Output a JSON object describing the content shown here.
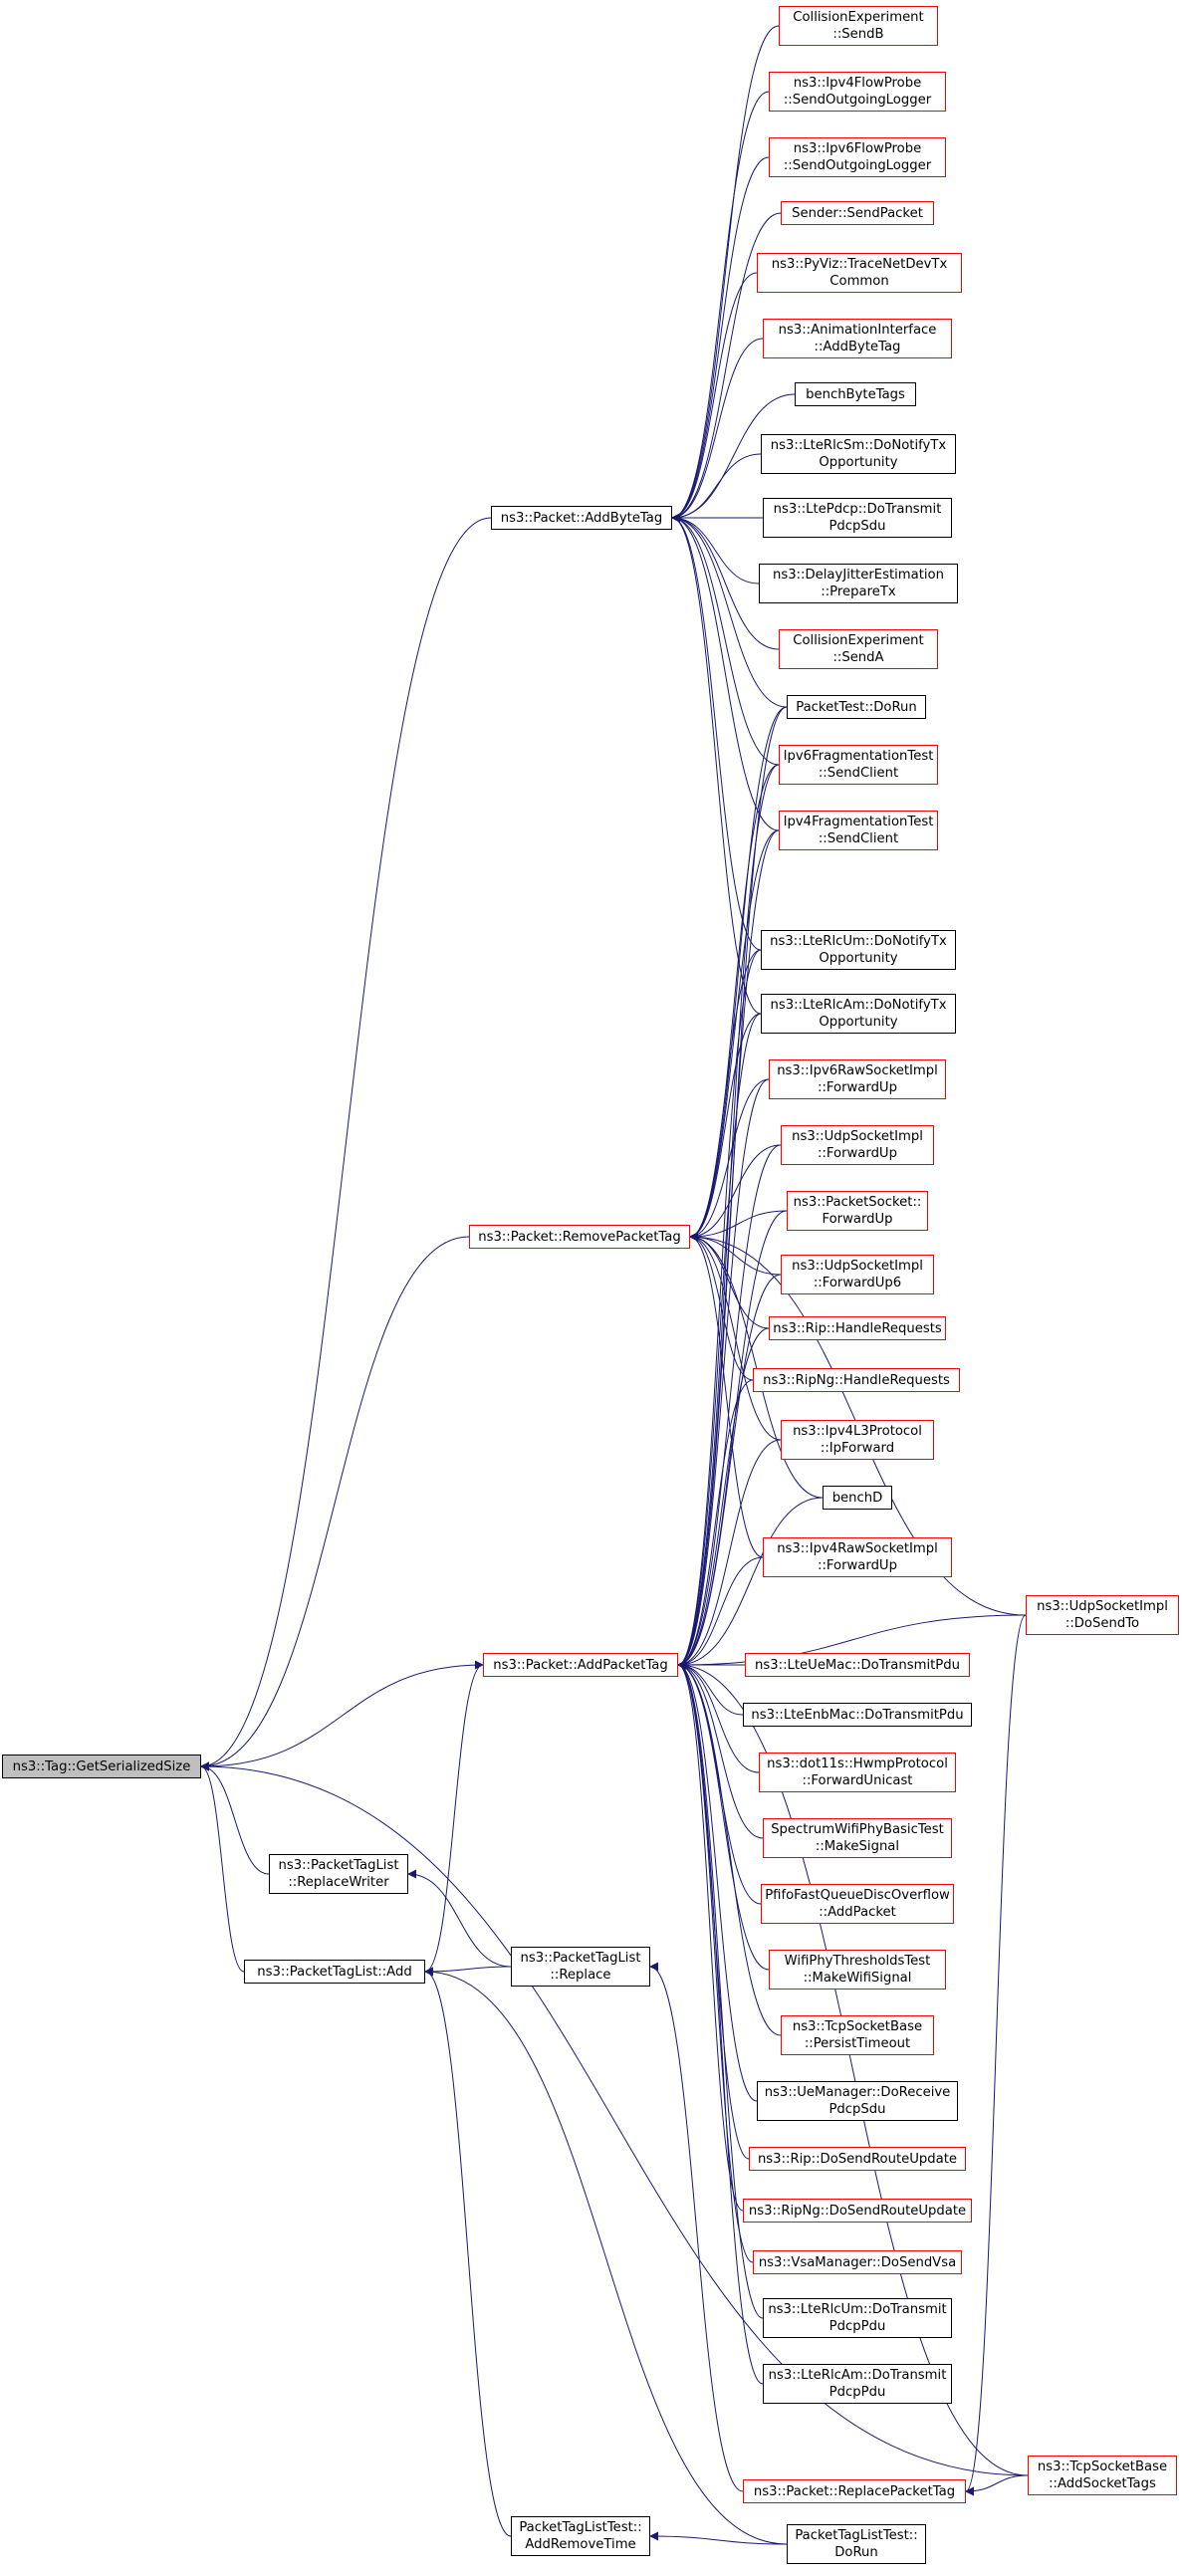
{
  "colors": {
    "edge": "#191970",
    "node_border": "#000000",
    "linked_border": "#ff0000",
    "root_fill": "#bfbfbf"
  },
  "nodes": [
    {
      "id": "root",
      "lines": [
        "ns3::Tag::GetSerializedSize"
      ],
      "style": "root"
    },
    {
      "id": "addbytetag",
      "lines": [
        "ns3::Packet::AddByteTag"
      ],
      "style": "black"
    },
    {
      "id": "removepackettag",
      "lines": [
        "ns3::Packet::RemovePacketTag"
      ],
      "style": "red"
    },
    {
      "id": "addpackettag",
      "lines": [
        "ns3::Packet::AddPacketTag"
      ],
      "style": "red"
    },
    {
      "id": "ptl_replacewriter",
      "lines": [
        "ns3::PacketTagList",
        "::ReplaceWriter"
      ],
      "style": "black"
    },
    {
      "id": "ptl_add",
      "lines": [
        "ns3::PacketTagList::Add"
      ],
      "style": "black"
    },
    {
      "id": "ptl_replace",
      "lines": [
        "ns3::PacketTagList",
        "::Replace"
      ],
      "style": "black"
    },
    {
      "id": "ptlt_addremovetime",
      "lines": [
        "PacketTagListTest::",
        "AddRemoveTime"
      ],
      "style": "black"
    },
    {
      "id": "ptlt_dorun",
      "lines": [
        "PacketTagListTest::",
        "DoRun"
      ],
      "style": "black"
    },
    {
      "id": "coll_sendb",
      "lines": [
        "CollisionExperiment",
        "::SendB"
      ],
      "style": "red"
    },
    {
      "id": "ipv4flow",
      "lines": [
        "ns3::Ipv4FlowProbe",
        "::SendOutgoingLogger"
      ],
      "style": "red"
    },
    {
      "id": "ipv6flow",
      "lines": [
        "ns3::Ipv6FlowProbe",
        "::SendOutgoingLogger"
      ],
      "style": "red"
    },
    {
      "id": "sender",
      "lines": [
        "Sender::SendPacket"
      ],
      "style": "red"
    },
    {
      "id": "pyviz",
      "lines": [
        "ns3::PyViz::TraceNetDevTx",
        "Common"
      ],
      "style": "red"
    },
    {
      "id": "anim",
      "lines": [
        "ns3::AnimationInterface",
        "::AddByteTag"
      ],
      "style": "red"
    },
    {
      "id": "benchbyte",
      "lines": [
        "benchByteTags"
      ],
      "style": "black"
    },
    {
      "id": "ltesm",
      "lines": [
        "ns3::LteRlcSm::DoNotifyTx",
        "Opportunity"
      ],
      "style": "black"
    },
    {
      "id": "ltepdcp",
      "lines": [
        "ns3::LtePdcp::DoTransmit",
        "PdcpSdu"
      ],
      "style": "black"
    },
    {
      "id": "delayjitter",
      "lines": [
        "ns3::DelayJitterEstimation",
        "::PrepareTx"
      ],
      "style": "black"
    },
    {
      "id": "coll_senda",
      "lines": [
        "CollisionExperiment",
        "::SendA"
      ],
      "style": "red"
    },
    {
      "id": "packettest",
      "lines": [
        "PacketTest::DoRun"
      ],
      "style": "black"
    },
    {
      "id": "ipv6frag",
      "lines": [
        "Ipv6FragmentationTest",
        "::SendClient"
      ],
      "style": "red"
    },
    {
      "id": "ipv4frag",
      "lines": [
        "Ipv4FragmentationTest",
        "::SendClient"
      ],
      "style": "red"
    },
    {
      "id": "lteum_notify",
      "lines": [
        "ns3::LteRlcUm::DoNotifyTx",
        "Opportunity"
      ],
      "style": "black"
    },
    {
      "id": "lteam_notify",
      "lines": [
        "ns3::LteRlcAm::DoNotifyTx",
        "Opportunity"
      ],
      "style": "black"
    },
    {
      "id": "ipv6raw",
      "lines": [
        "ns3::Ipv6RawSocketImpl",
        "::ForwardUp"
      ],
      "style": "red"
    },
    {
      "id": "udp_fwd",
      "lines": [
        "ns3::UdpSocketImpl",
        "::ForwardUp"
      ],
      "style": "red"
    },
    {
      "id": "pktsock",
      "lines": [
        "ns3::PacketSocket::",
        "ForwardUp"
      ],
      "style": "red"
    },
    {
      "id": "udp_fwd6",
      "lines": [
        "ns3::UdpSocketImpl",
        "::ForwardUp6"
      ],
      "style": "red"
    },
    {
      "id": "rip_handle",
      "lines": [
        "ns3::Rip::HandleRequests"
      ],
      "style": "red"
    },
    {
      "id": "ripng_handle",
      "lines": [
        "ns3::RipNg::HandleRequests"
      ],
      "style": "red"
    },
    {
      "id": "ipv4l3",
      "lines": [
        "ns3::Ipv4L3Protocol",
        "::IpForward"
      ],
      "style": "red"
    },
    {
      "id": "benchd",
      "lines": [
        "benchD"
      ],
      "style": "black"
    },
    {
      "id": "ipv4raw",
      "lines": [
        "ns3::Ipv4RawSocketImpl",
        "::ForwardUp"
      ],
      "style": "red"
    },
    {
      "id": "udp_sendto",
      "lines": [
        "ns3::UdpSocketImpl",
        "::DoSendTo"
      ],
      "style": "red"
    },
    {
      "id": "lteuemac",
      "lines": [
        "ns3::LteUeMac::DoTransmitPdu"
      ],
      "style": "red"
    },
    {
      "id": "lteenbmac",
      "lines": [
        "ns3::LteEnbMac::DoTransmitPdu"
      ],
      "style": "black"
    },
    {
      "id": "hwmp",
      "lines": [
        "ns3::dot11s::HwmpProtocol",
        "::ForwardUnicast"
      ],
      "style": "red"
    },
    {
      "id": "spectrum",
      "lines": [
        "SpectrumWifiPhyBasicTest",
        "::MakeSignal"
      ],
      "style": "red"
    },
    {
      "id": "pfifo",
      "lines": [
        "PfifoFastQueueDiscOverflow",
        "::AddPacket"
      ],
      "style": "red"
    },
    {
      "id": "wifithresh",
      "lines": [
        "WifiPhyThresholdsTest",
        "::MakeWifiSignal"
      ],
      "style": "red"
    },
    {
      "id": "tcp_persist",
      "lines": [
        "ns3::TcpSocketBase",
        "::PersistTimeout"
      ],
      "style": "red"
    },
    {
      "id": "uemanager",
      "lines": [
        "ns3::UeManager::DoReceive",
        "PdcpSdu"
      ],
      "style": "black"
    },
    {
      "id": "rip_sendroute",
      "lines": [
        "ns3::Rip::DoSendRouteUpdate"
      ],
      "style": "red"
    },
    {
      "id": "ripng_sendroute",
      "lines": [
        "ns3::RipNg::DoSendRouteUpdate"
      ],
      "style": "red"
    },
    {
      "id": "vsa",
      "lines": [
        "ns3::VsaManager::DoSendVsa"
      ],
      "style": "red"
    },
    {
      "id": "lteum_transmit",
      "lines": [
        "ns3::LteRlcUm::DoTransmit",
        "PdcpPdu"
      ],
      "style": "black"
    },
    {
      "id": "lteam_transmit",
      "lines": [
        "ns3::LteRlcAm::DoTransmit",
        "PdcpPdu"
      ],
      "style": "black"
    },
    {
      "id": "replacepackettag",
      "lines": [
        "ns3::Packet::ReplacePacketTag"
      ],
      "style": "red"
    },
    {
      "id": "tcp_addsocket",
      "lines": [
        "ns3::TcpSocketBase",
        "::AddSocketTags"
      ],
      "style": "red"
    }
  ],
  "edges": [
    [
      "addbytetag",
      "root"
    ],
    [
      "removepackettag",
      "root"
    ],
    [
      "addpackettag",
      "root"
    ],
    [
      "ptl_replacewriter",
      "root"
    ],
    [
      "ptl_add",
      "root"
    ],
    [
      "tcp_addsocket",
      "root"
    ],
    [
      "coll_sendb",
      "addbytetag"
    ],
    [
      "ipv4flow",
      "addbytetag"
    ],
    [
      "ipv6flow",
      "addbytetag"
    ],
    [
      "sender",
      "addbytetag"
    ],
    [
      "pyviz",
      "addbytetag"
    ],
    [
      "anim",
      "addbytetag"
    ],
    [
      "benchbyte",
      "addbytetag"
    ],
    [
      "ltesm",
      "addbytetag"
    ],
    [
      "ltepdcp",
      "addbytetag"
    ],
    [
      "delayjitter",
      "addbytetag"
    ],
    [
      "coll_senda",
      "addbytetag"
    ],
    [
      "packettest",
      "addbytetag"
    ],
    [
      "ipv6frag",
      "addbytetag"
    ],
    [
      "ipv4frag",
      "addbytetag"
    ],
    [
      "lteum_notify",
      "addbytetag"
    ],
    [
      "lteam_notify",
      "addbytetag"
    ],
    [
      "packettest",
      "removepackettag"
    ],
    [
      "ipv6frag",
      "removepackettag"
    ],
    [
      "ipv4frag",
      "removepackettag"
    ],
    [
      "udp_sendto",
      "removepackettag"
    ],
    [
      "lteum_notify",
      "removepackettag"
    ],
    [
      "lteam_notify",
      "removepackettag"
    ],
    [
      "ipv6raw",
      "removepackettag"
    ],
    [
      "udp_fwd",
      "removepackettag"
    ],
    [
      "pktsock",
      "removepackettag"
    ],
    [
      "udp_fwd6",
      "removepackettag"
    ],
    [
      "rip_handle",
      "removepackettag"
    ],
    [
      "ripng_handle",
      "removepackettag"
    ],
    [
      "ipv4l3",
      "removepackettag"
    ],
    [
      "benchd",
      "removepackettag"
    ],
    [
      "ipv4raw",
      "removepackettag"
    ],
    [
      "udp_sendto",
      "addpackettag"
    ],
    [
      "lteuemac",
      "addpackettag"
    ],
    [
      "lteenbmac",
      "addpackettag"
    ],
    [
      "hwmp",
      "addpackettag"
    ],
    [
      "spectrum",
      "addpackettag"
    ],
    [
      "pfifo",
      "addpackettag"
    ],
    [
      "wifithresh",
      "addpackettag"
    ],
    [
      "tcp_persist",
      "addpackettag"
    ],
    [
      "uemanager",
      "addpackettag"
    ],
    [
      "rip_sendroute",
      "addpackettag"
    ],
    [
      "ripng_sendroute",
      "addpackettag"
    ],
    [
      "vsa",
      "addpackettag"
    ],
    [
      "lteum_transmit",
      "addpackettag"
    ],
    [
      "lteam_transmit",
      "addpackettag"
    ],
    [
      "tcp_addsocket",
      "addpackettag"
    ],
    [
      "packettest",
      "addpackettag"
    ],
    [
      "ipv6frag",
      "addpackettag"
    ],
    [
      "ipv4frag",
      "addpackettag"
    ],
    [
      "lteum_notify",
      "addpackettag"
    ],
    [
      "lteam_notify",
      "addpackettag"
    ],
    [
      "ipv6raw",
      "addpackettag"
    ],
    [
      "udp_fwd",
      "addpackettag"
    ],
    [
      "pktsock",
      "addpackettag"
    ],
    [
      "udp_fwd6",
      "addpackettag"
    ],
    [
      "rip_handle",
      "addpackettag"
    ],
    [
      "ripng_handle",
      "addpackettag"
    ],
    [
      "ipv4l3",
      "addpackettag"
    ],
    [
      "benchd",
      "addpackettag"
    ],
    [
      "ipv4raw",
      "addpackettag"
    ],
    [
      "ptl_add",
      "addpackettag"
    ],
    [
      "ptl_replace",
      "ptl_replacewriter"
    ],
    [
      "ptl_replace",
      "ptl_add"
    ],
    [
      "ptlt_addremovetime",
      "ptl_add"
    ],
    [
      "ptlt_dorun",
      "ptl_add"
    ],
    [
      "ptlt_dorun",
      "ptlt_addremovetime"
    ],
    [
      "replacepackettag",
      "ptl_replace"
    ],
    [
      "tcp_addsocket",
      "replacepackettag"
    ],
    [
      "udp_sendto",
      "replacepackettag"
    ]
  ]
}
